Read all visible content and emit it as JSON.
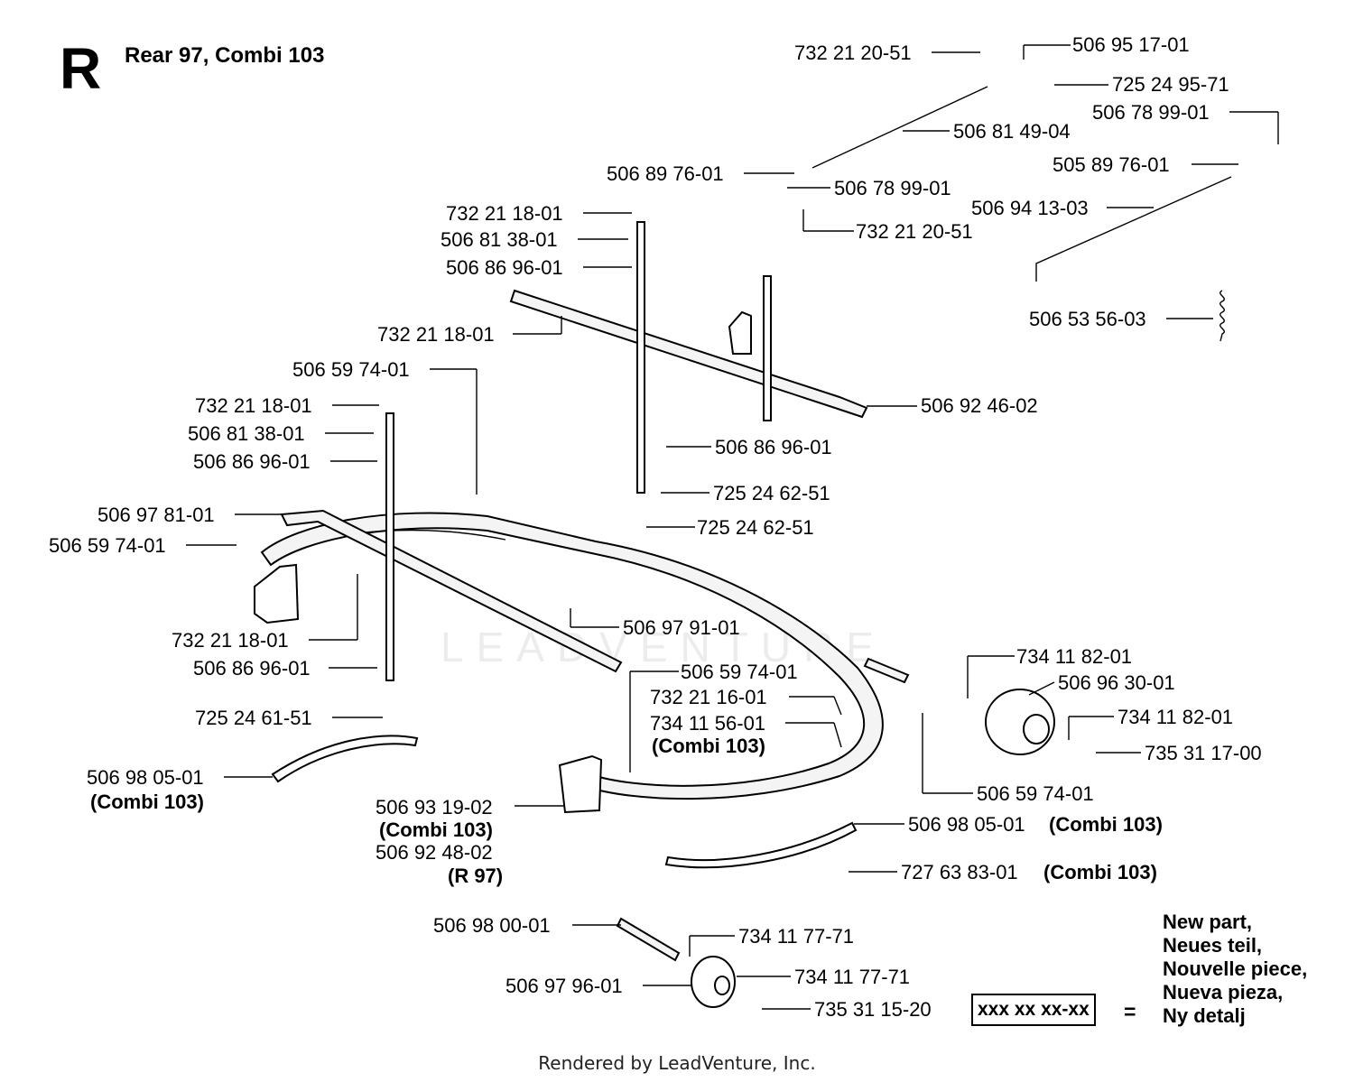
{
  "header": {
    "section_letter": "R",
    "title": "Rear 97, Combi 103"
  },
  "callouts": [
    {
      "id": "c1",
      "number": "732 21 20-51",
      "note": ""
    },
    {
      "id": "c2",
      "number": "506 95 17-01",
      "note": ""
    },
    {
      "id": "c3",
      "number": "725 24 95-71",
      "note": ""
    },
    {
      "id": "c4",
      "number": "506 78 99-01",
      "note": ""
    },
    {
      "id": "c5",
      "number": "506 81 49-04",
      "note": ""
    },
    {
      "id": "c6",
      "number": "505 89 76-01",
      "note": ""
    },
    {
      "id": "c7",
      "number": "506 89 76-01",
      "note": ""
    },
    {
      "id": "c8",
      "number": "506 78 99-01",
      "note": ""
    },
    {
      "id": "c9",
      "number": "506 94 13-03",
      "note": ""
    },
    {
      "id": "c10",
      "number": "732 21 18-01",
      "note": ""
    },
    {
      "id": "c11",
      "number": "732 21 20-51",
      "note": ""
    },
    {
      "id": "c12",
      "number": "506 81 38-01",
      "note": ""
    },
    {
      "id": "c13",
      "number": "506 86 96-01",
      "note": ""
    },
    {
      "id": "c14",
      "number": "506 53 56-03",
      "note": ""
    },
    {
      "id": "c15",
      "number": "732 21 18-01",
      "note": ""
    },
    {
      "id": "c16",
      "number": "506 59 74-01",
      "note": ""
    },
    {
      "id": "c17",
      "number": "506 92 46-02",
      "note": ""
    },
    {
      "id": "c18",
      "number": "732 21 18-01",
      "note": ""
    },
    {
      "id": "c19",
      "number": "506 81 38-01",
      "note": ""
    },
    {
      "id": "c20",
      "number": "506 86 96-01",
      "note": ""
    },
    {
      "id": "c21",
      "number": "506 86 96-01",
      "note": ""
    },
    {
      "id": "c22",
      "number": "725 24 62-51",
      "note": ""
    },
    {
      "id": "c23",
      "number": "506 97 81-01",
      "note": ""
    },
    {
      "id": "c24",
      "number": "725 24 62-51",
      "note": ""
    },
    {
      "id": "c25",
      "number": "506 59 74-01",
      "note": ""
    },
    {
      "id": "c26",
      "number": "506 97 91-01",
      "note": ""
    },
    {
      "id": "c27",
      "number": "732 21 18-01",
      "note": ""
    },
    {
      "id": "c28",
      "number": "734 11 82-01",
      "note": ""
    },
    {
      "id": "c29",
      "number": "506 86 96-01",
      "note": ""
    },
    {
      "id": "c30",
      "number": "506 59 74-01",
      "note": ""
    },
    {
      "id": "c31",
      "number": "506 96 30-01",
      "note": ""
    },
    {
      "id": "c32",
      "number": "732 21 16-01",
      "note": ""
    },
    {
      "id": "c33",
      "number": "725 24 61-51",
      "note": ""
    },
    {
      "id": "c34",
      "number": "734 11 82-01",
      "note": ""
    },
    {
      "id": "c35",
      "number": "734 11 56-01",
      "note": "(Combi 103)"
    },
    {
      "id": "c36",
      "number": "735 31 17-00",
      "note": ""
    },
    {
      "id": "c37",
      "number": "506 98 05-01",
      "note": "(Combi 103)"
    },
    {
      "id": "c38",
      "number": "506 59 74-01",
      "note": ""
    },
    {
      "id": "c39",
      "number": "506 93 19-02",
      "note": "(Combi 103)"
    },
    {
      "id": "c40",
      "number": "506 92 48-02",
      "note": "(R 97)"
    },
    {
      "id": "c41",
      "number": "506 98 05-01",
      "note": "(Combi 103)"
    },
    {
      "id": "c42",
      "number": "727 63 83-01",
      "note": "(Combi 103)"
    },
    {
      "id": "c43",
      "number": "506 98 00-01",
      "note": ""
    },
    {
      "id": "c44",
      "number": "734 11 77-71",
      "note": ""
    },
    {
      "id": "c45",
      "number": "734 11 77-71",
      "note": ""
    },
    {
      "id": "c46",
      "number": "506 97 96-01",
      "note": ""
    },
    {
      "id": "c47",
      "number": "735 31 15-20",
      "note": ""
    }
  ],
  "legend": {
    "box_text": "xxx xx xx-xx",
    "equals": "=",
    "lines": [
      "New part,",
      "Neues teil,",
      "Nouvelle piece,",
      "Nueva pieza,",
      "Ny detalj"
    ]
  },
  "watermark": "LEADVENTURE",
  "footer": "Rendered by LeadVenture, Inc."
}
